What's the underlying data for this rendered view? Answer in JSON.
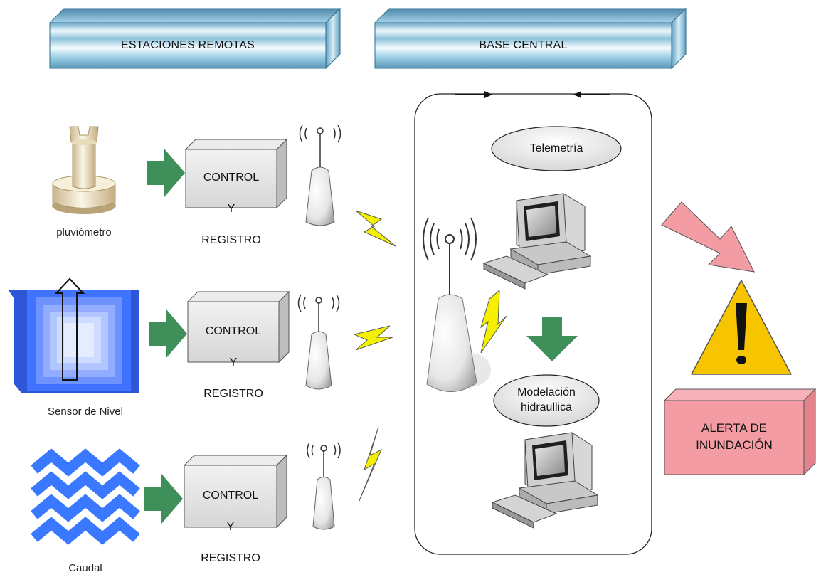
{
  "headers": {
    "remote": "ESTACIONES REMOTAS",
    "central": "BASE CENTRAL"
  },
  "stations": [
    {
      "sensor_label": "pluviómetro",
      "box_line1": "CONTROL",
      "box_line2": "Y",
      "box_line3": "REGISTRO"
    },
    {
      "sensor_label": "Sensor de Nivel",
      "box_line1": "CONTROL",
      "box_line2": "Y",
      "box_line3": "REGISTRO"
    },
    {
      "sensor_label": "Caudal",
      "box_line1": "CONTROL",
      "box_line2": "Y",
      "box_line3": "REGISTRO"
    }
  ],
  "central": {
    "telemetry": "Telemetría",
    "modeling_line1": "Modelación",
    "modeling_line2": "hidraullica"
  },
  "alert": {
    "line1": "ALERTA DE",
    "line2": "INUNDACIÓN"
  },
  "colors": {
    "arrow_green": "#3f8f5a",
    "lightning_yellow": "#f4f000",
    "alert_pink": "#f49ca4",
    "warning_yellow": "#f7c400",
    "water_blue": "#3a78ff"
  }
}
